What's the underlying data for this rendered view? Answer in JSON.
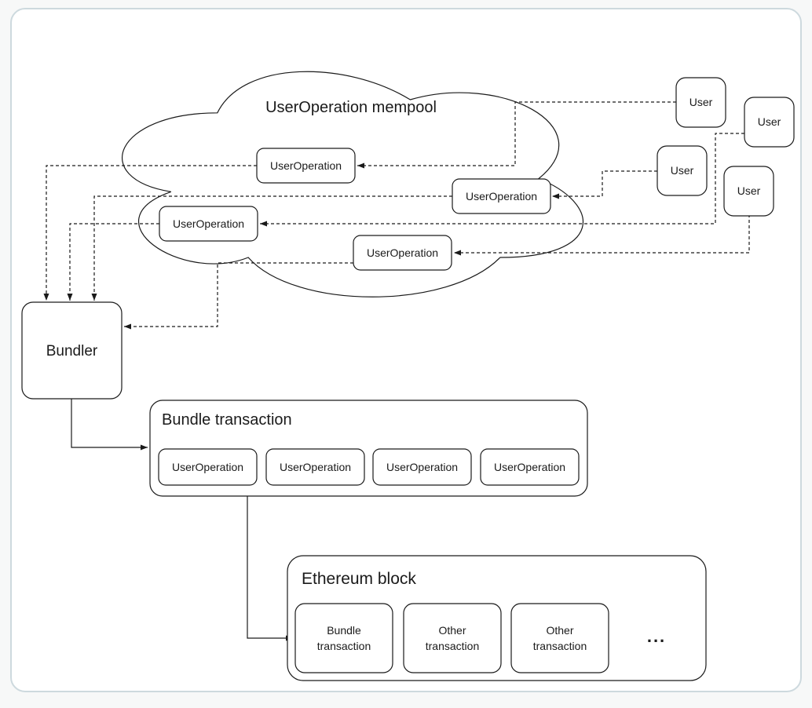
{
  "diagram": {
    "cloud": {
      "label": "UserOperation mempool"
    },
    "mempool_userops": [
      "UserOperation",
      "UserOperation",
      "UserOperation",
      "UserOperation"
    ],
    "users": [
      "User",
      "User",
      "User",
      "User"
    ],
    "bundler": {
      "label": "Bundler"
    },
    "bundle_transaction": {
      "title": "Bundle transaction",
      "userops": [
        "UserOperation",
        "UserOperation",
        "UserOperation",
        "UserOperation"
      ]
    },
    "ethereum_block": {
      "title": "Ethereum block",
      "transactions": [
        {
          "line1": "Bundle",
          "line2": "transaction"
        },
        {
          "line1": "Other",
          "line2": "transaction"
        },
        {
          "line1": "Other",
          "line2": "transaction"
        }
      ],
      "more": "..."
    },
    "colors": {
      "page_bg": "#f7f8f8",
      "frame_border": "#cdd9de",
      "shape_stroke": "#1a1a1a",
      "shape_fill": "#ffffff",
      "text": "#1a1a1a"
    }
  }
}
